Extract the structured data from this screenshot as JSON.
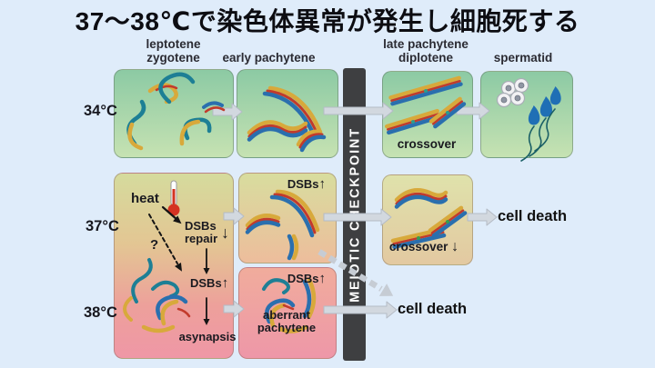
{
  "title": "37〜38℃で染色体異常が発生し細胞死する",
  "diagram": {
    "stage_headers": [
      {
        "label": "leptotene\nzygotene"
      },
      {
        "label": "early pachytene"
      },
      {
        "label": "late pachytene\ndiplotene"
      },
      {
        "label": "spermatid"
      }
    ],
    "temperatures": [
      {
        "label": "34°C"
      },
      {
        "label": "37°C"
      },
      {
        "label": "38°C"
      }
    ],
    "checkpoint_label": "MEIOTIC CHECKPOINT",
    "crossover_34": {
      "caption": "crossover"
    },
    "heat_panel": {
      "heat": "heat",
      "dsbs_repair": "DSBs\nrepair",
      "repair_down_arrow": "↓",
      "question_mark": "?",
      "dsbs": "DSBs",
      "dsbs_up_arrow": "↑",
      "asynapsis": "asynapsis"
    },
    "early_pachytene_37": {
      "dsbs": "DSBs",
      "up_arrow": "↑"
    },
    "crossover_37": {
      "caption": "crossover",
      "down_arrow": "↓"
    },
    "cell_death_37": "cell death",
    "aberrant_38": {
      "dsbs": "DSBs",
      "up_arrow": "↑",
      "caption": "aberrant\npachytene"
    },
    "cell_death_38": "cell death"
  },
  "colors": {
    "background": "#dfecfa",
    "title_text": "#0d0d12",
    "panel_green_top": "#8ccaa4",
    "panel_green_bottom": "#c6e2b2",
    "panel_yellow": "#d7dc9e",
    "panel_orange": "#e8bd98",
    "panel_pink": "#ef97a6",
    "checkpoint_bar": "#3e3f41",
    "checkpoint_text": "#ffffff",
    "arrow_gray": "#d2d8df",
    "chromosome_teal": "#1d7f95",
    "chromosome_gold": "#d8a93b",
    "chromosome_red": "#c23a2c",
    "chromosome_blue": "#2a6fae",
    "sperm_blue": "#1f6fb5",
    "thermometer_red": "#d43322"
  }
}
